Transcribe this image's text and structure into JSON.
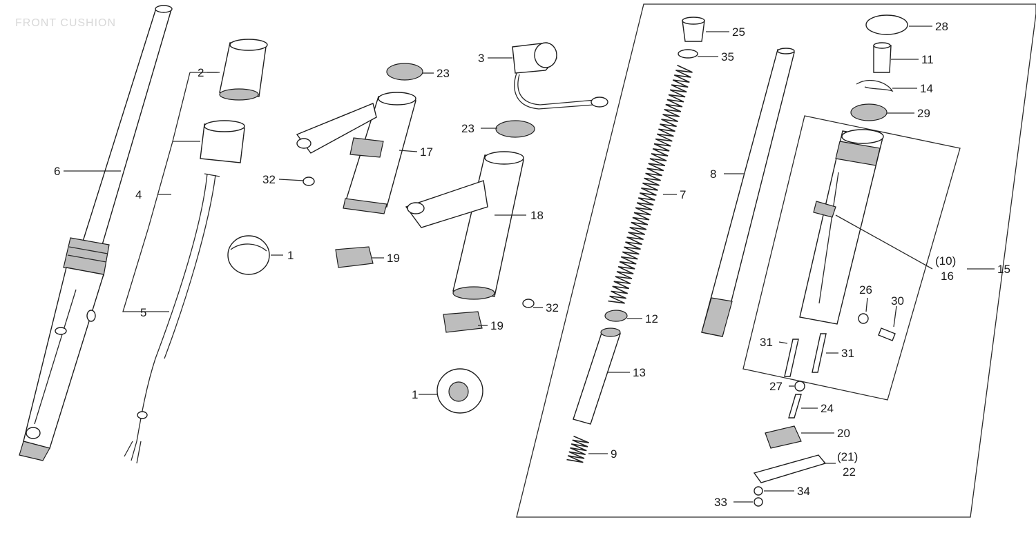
{
  "header": {
    "title": "FRONT CUSHION"
  },
  "labels": {
    "c1a": "1",
    "c1b": "1",
    "c2": "2",
    "c3": "3",
    "c4": "4",
    "c5": "5",
    "c6": "6",
    "c7": "7",
    "c8": "8",
    "c9": "9",
    "c11": "11",
    "c12": "12",
    "c13": "13",
    "c14": "14",
    "c15": "15",
    "c10": "(10)",
    "c16": "16",
    "c17": "17",
    "c18": "18",
    "c19a": "19",
    "c19b": "19",
    "c20": "20",
    "c21": "(21)",
    "c22": "22",
    "c23a": "23",
    "c23b": "23",
    "c24": "24",
    "c25": "25",
    "c26": "26",
    "c27": "27",
    "c28": "28",
    "c29": "29",
    "c30": "30",
    "c31a": "31",
    "c31b": "31",
    "c32a": "32",
    "c32b": "32",
    "c33": "33",
    "c34": "34",
    "c35": "35"
  },
  "colors": {
    "line": "#2a2a2a",
    "shade": "#bdbdbd",
    "background": "#ffffff"
  }
}
